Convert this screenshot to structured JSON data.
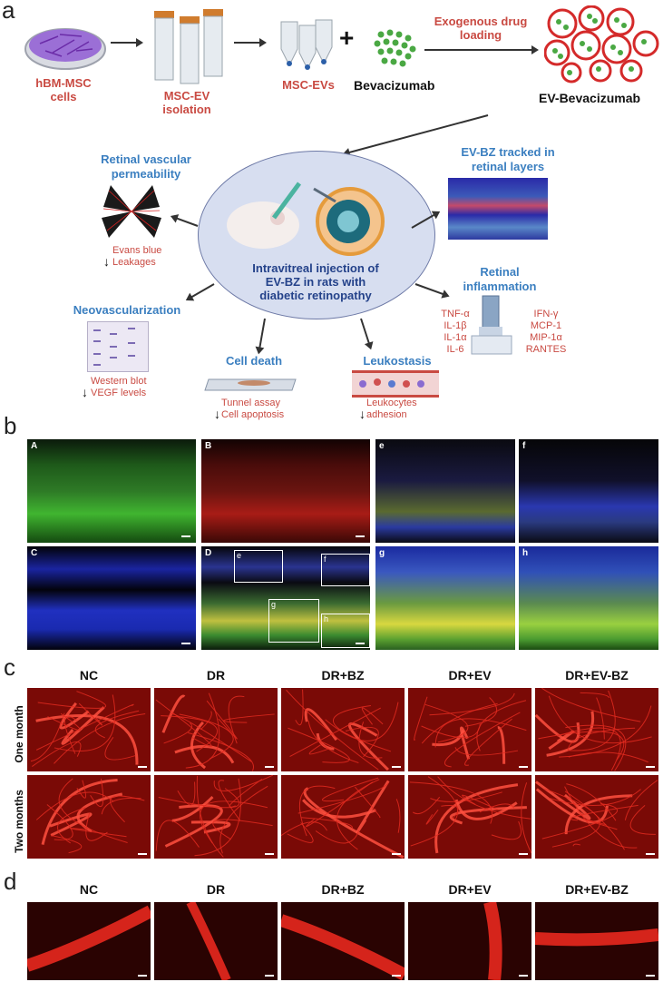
{
  "panels": {
    "a": "a",
    "b": "b",
    "c": "c",
    "d": "d"
  },
  "a": {
    "hbm": "hBM-MSC\ncells",
    "msc_ev_iso": "MSC-EV\nisolation",
    "msc_evs": "MSC-EVs",
    "plus": "+",
    "beva": "Bevacizumab",
    "exo": "Exogenous drug\nloading",
    "ev_beva": "EV-Bevacizumab",
    "retinal_vasc": "Retinal vascular\npermeability",
    "evans": "Evans blue\nLeakages",
    "tracked": "EV-BZ tracked in\nretinal layers",
    "center": "Intravitreal injection of\nEV-BZ in rats with\ndiabetic retinopathy",
    "neovasc": "Neovascularization",
    "western": "Western blot\nVEGF levels",
    "inflam": "Retinal\ninflammation",
    "cyto_left": "TNF-α\nIL-1β\nIL-1α\nIL-6",
    "cyto_right": "IFN-γ\nMCP-1\nMIP-1α\nRANTES",
    "celldeath": "Cell death",
    "tunnel": "Tunnel assay\nCell apoptosis",
    "leuko": "Leukostasis",
    "leuko_n": "Leukocytes\nadhesion",
    "down": "↓"
  },
  "b": {
    "labels": [
      "A",
      "B",
      "e",
      "f",
      "C",
      "D",
      "g",
      "h"
    ],
    "box_labels": [
      "e",
      "f",
      "g",
      "h"
    ]
  },
  "c": {
    "columns": [
      "NC",
      "DR",
      "DR+BZ",
      "DR+EV",
      "DR+EV-BZ"
    ],
    "rows": [
      "One month",
      "Two months"
    ]
  },
  "d": {
    "columns": [
      "NC",
      "DR",
      "DR+BZ",
      "DR+EV",
      "DR+EV-BZ"
    ]
  },
  "colors": {
    "red_text": "#c94a42",
    "blue_text": "#3b7fc0",
    "micro_red": "#c0201a",
    "micro_green": "#2e8a22",
    "micro_blue": "#1f2fc8"
  }
}
